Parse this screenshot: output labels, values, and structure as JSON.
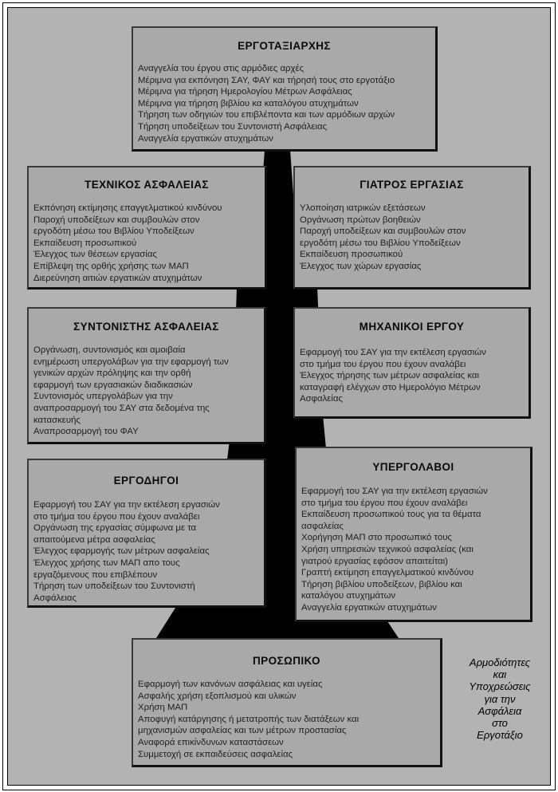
{
  "boxes": {
    "employer": {
      "title": "ΕΡΓΟΤΑΞΙΑΡΧΗΣ",
      "items": [
        "Αναγγελία του έργου στις αρμόδιες αρχές",
        "Μέριμνα για εκπόνηση ΣΑΥ, ΦΑΥ και τήρησή τους στο εργοτάξιο",
        "Μέριμνα για τήρηση Ημερολογίου Μέτρων Ασφάλειας",
        "Μέριμνα για τήρηση βιβλίου κα καταλόγου ατυχημάτων",
        "Τήρηση των οδηγιών του επιβλέποντα και των αρμόδιων αρχών",
        "Τήρηση υποδείξεων του Συντονιστή Ασφάλειας",
        "Αναγγελία εργατικών ατυχημάτων"
      ]
    },
    "safety_tech": {
      "title": "ΤΕΧΝΙΚΟΣ ΑΣΦΑΛΕΙΑΣ",
      "items": [
        "Εκπόνηση εκτίμησης επαγγελματικού κινδύνου",
        "Παροχή υποδείξεων και συμβουλών στον",
        "εργοδότη μέσω του Βιβλίου Υποδείξεων",
        "Εκπαίδευση προσωπικού",
        "Έλεγχος των θέσεων εργασίας",
        "Επίβλεψη της ορθής χρήσης των ΜΑΠ",
        "Διερεύνηση αιτιών εργατικών ατυχημάτων"
      ]
    },
    "doctor": {
      "title": "ΓΙΑΤΡΟΣ ΕΡΓΑΣΙΑΣ",
      "items": [
        "Υλοποίηση ιατρικών εξετάσεων",
        "Οργάνωση πρώτων βοηθειών",
        "Παροχή υποδείξεων και συμβουλών στον",
        "εργοδότη μέσω του Βιβλίου Υποδείξεων",
        "Εκπαίδευση προσωπικού",
        "Έλεγχος των χώρων εργασίας"
      ]
    },
    "coordinator": {
      "title": "ΣΥΝΤΟΝΙΣΤΗΣ ΑΣΦΑΛΕΙΑΣ",
      "items": [
        "Οργάνωση, συντονισμός και αμοιβαία",
        "ενημέρωση υπεργολάβων για την εφαρμογή των",
        "γενικών αρχών πρόληψης και την ορθή",
        "εφαρμογή των εργασιακών διαδικασιών",
        "Συντονισμός υπεργολάβων για την",
        "αναπροσαρμογή του ΣΑΥ στα δεδομένα της",
        "κατασκευής",
        "Αναπροσαρμογή του ΦΑΥ"
      ]
    },
    "engineers": {
      "title": "ΜΗΧΑΝΙΚΟΙ ΕΡΓΟΥ",
      "items": [
        "Εφαρμογή του ΣΑΥ για την εκτέλεση εργασιών",
        "στο τμήμα του έργου που έχουν αναλάβει",
        "Έλεγχος τήρησης των μέτρων ασφαλείας και",
        "καταγραφή ελέγχων στο Ημερολόγιο Μέτρων",
        "Ασφαλείας"
      ]
    },
    "foremen": {
      "title": "ΕΡΓΟΔΗΓΟΙ",
      "items": [
        "Εφαρμογή του ΣΑΥ για την εκτέλεση εργασιών",
        "στο τμήμα του έργου που έχουν αναλάβει",
        "Οργάνωση της εργασίας σύμφωνα με τα",
        "απαιτούμενα μέτρα ασφαλείας",
        "Έλεγχος εφαρμογής των μέτρων ασφαλείας",
        "Έλεγχος χρήσης των ΜΑΠ απο τους",
        "εργαζόμενους που επιβλέπουν",
        "Τήρηση των υποδείξεων του Συντονιστή",
        "Ασφάλειας"
      ]
    },
    "subcontractors": {
      "title": "ΥΠΕΡΓΟΛΑΒΟΙ",
      "items": [
        "Εφαρμογή του ΣΑΥ για την εκτέλεση εργασιών",
        "στο τμήμα του έργου που έχουν αναλάβει",
        "Εκπαίδευση προσωπικού τους για τα θέματα",
        "ασφαλείας",
        "Χορήγηση ΜΑΠ στο προσωπικό τους",
        "Χρήση υπηρεσιών τεχνικού ασφαλείας (και",
        "γιατρού εργασίας εφόσον απαιτείται)",
        "Γραπτή εκτίμηση επαγγελματικού κινδύνου",
        "Τήρηση βιβλίου υποδείξεων, βιβλίου και",
        "καταλόγου ατυχημάτων",
        "Αναγγελία εργατικών ατυχημάτων"
      ]
    },
    "staff": {
      "title": "ΠΡΟΣΩΠΙΚΟ",
      "items": [
        "Εφαρμογή των κανόνων ασφάλειας και υγείας",
        "Ασφαλής χρήση εξοπλισμού και υλικών",
        "Χρήση ΜΑΠ",
        "Αποφυγή κατάργησης ή μετατροπής των διατάξεων και",
        "μηχανισμών ασφαλείας και των μέτρων προστασίας",
        "Αναφορά επικίνδυνων καταστάσεων",
        "Συμμετοχή σε εκπαιδεύσεις ασφαλείας"
      ]
    }
  },
  "caption": [
    "Αρμοδιότητες",
    "και",
    "Υποχρεώσεις",
    "για την",
    "Ασφάλεια",
    "στο",
    "Εργοτάξιο"
  ],
  "colors": {
    "panel": "#b3b3b3",
    "box": "#a9a9a9",
    "trunk": "#000000"
  }
}
